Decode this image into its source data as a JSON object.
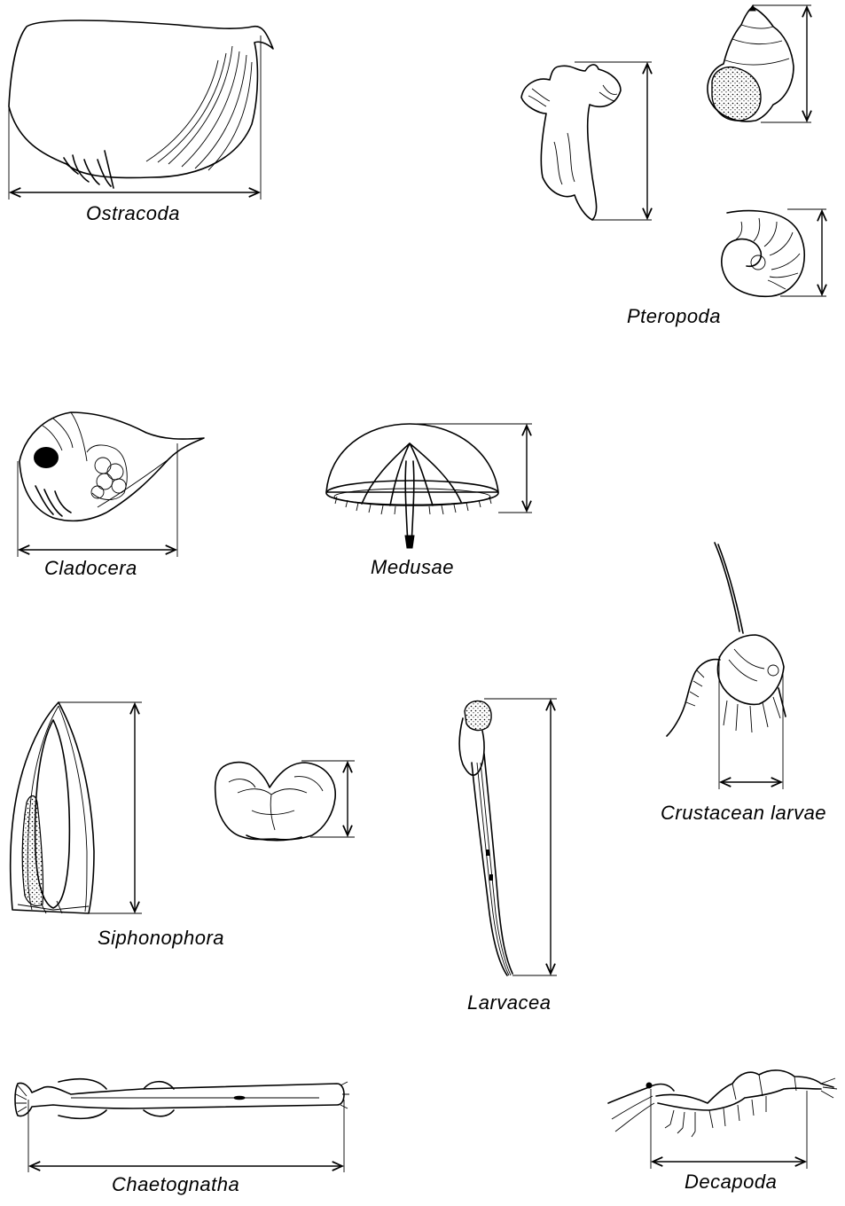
{
  "figure": {
    "labels": {
      "ostracoda": "Ostracoda",
      "pteropoda": "Pteropoda",
      "cladocera": "Cladocera",
      "medusae": "Medusae",
      "crustacean_larvae": "Crustacean larvae",
      "siphonophora": "Siphonophora",
      "larvacea": "Larvacea",
      "chaetognatha": "Chaetognatha",
      "decapoda": "Decapoda"
    }
  }
}
